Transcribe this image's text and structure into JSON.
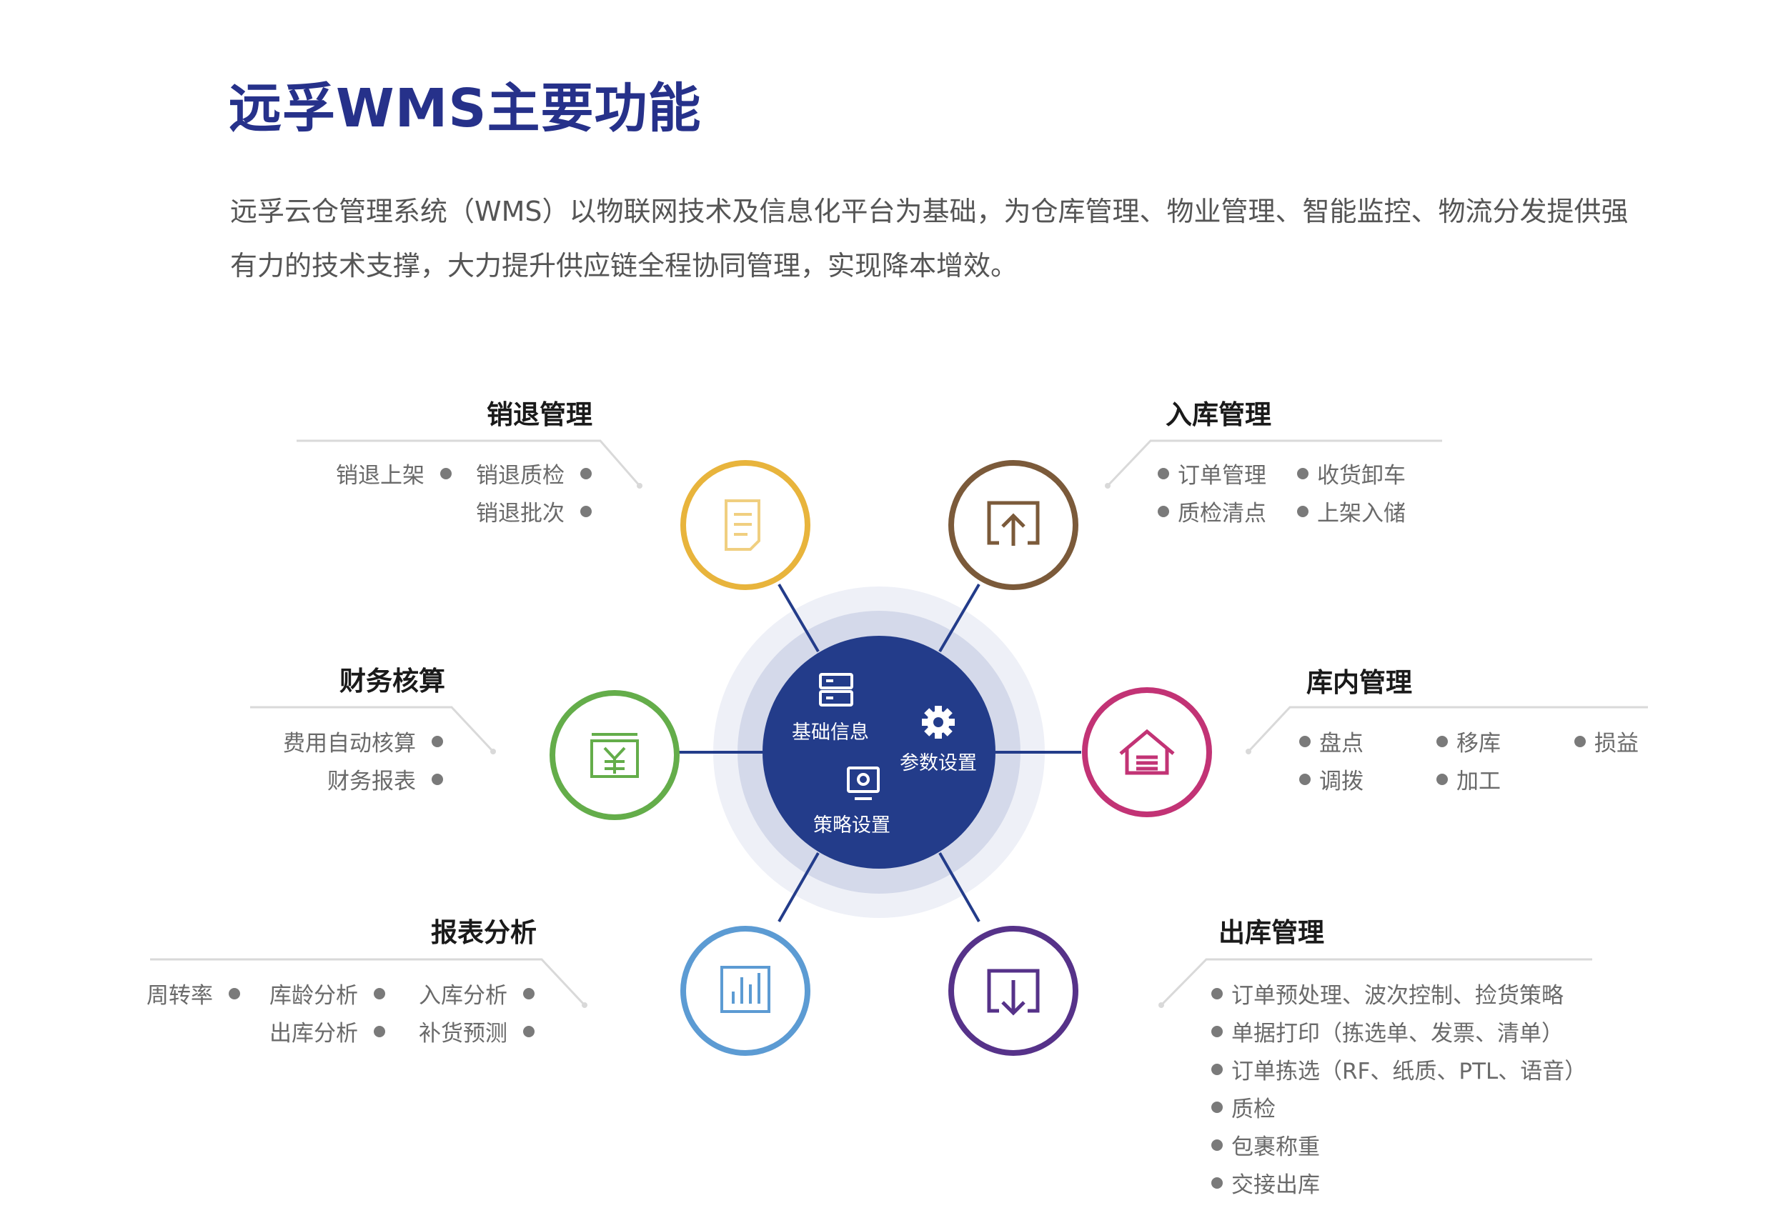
{
  "title": "远孚WMS主要功能",
  "intro": "远孚云仓管理系统（WMS）以物联网技术及信息化平台为基础，为仓库管理、物业管理、智能监控、物流分发提供强有力的技术支撑，大力提升供应链全程协同管理，实现降本增效。",
  "center": {
    "items": [
      "基础信息",
      "参数设置",
      "策略设置"
    ],
    "color": "#233c8a"
  },
  "modules": {
    "xiaotui": {
      "title": "销退管理",
      "color": "#e8b43c",
      "icon": "document-icon",
      "items": [
        "销退上架",
        "销退质检",
        "销退批次"
      ]
    },
    "ruku": {
      "title": "入库管理",
      "color": "#7b5a3a",
      "icon": "upload-icon",
      "items": [
        "订单管理",
        "收货卸车",
        "质检清点",
        "上架入储"
      ]
    },
    "caiwu": {
      "title": "财务核算",
      "color": "#64ad4a",
      "icon": "money-icon",
      "items": [
        "费用自动核算",
        "财务报表"
      ]
    },
    "kunei": {
      "title": "库内管理",
      "color": "#c23375",
      "icon": "warehouse-icon",
      "items": [
        "盘点",
        "移库",
        "损益",
        "调拨",
        "加工"
      ]
    },
    "baobiao": {
      "title": "报表分析",
      "color": "#5c9bd3",
      "icon": "bar-chart-icon",
      "items": [
        "周转率",
        "库龄分析",
        "入库分析",
        "出库分析",
        "补货预测"
      ]
    },
    "chuku": {
      "title": "出库管理",
      "color": "#563289",
      "icon": "download-icon",
      "items": [
        "订单预处理、波次控制、捡货策略",
        "单据打印（拣选单、发票、清单）",
        "订单拣选（RF、纸质、PTL、语音）",
        "质检",
        "包裹称重",
        "交接出库"
      ]
    }
  }
}
